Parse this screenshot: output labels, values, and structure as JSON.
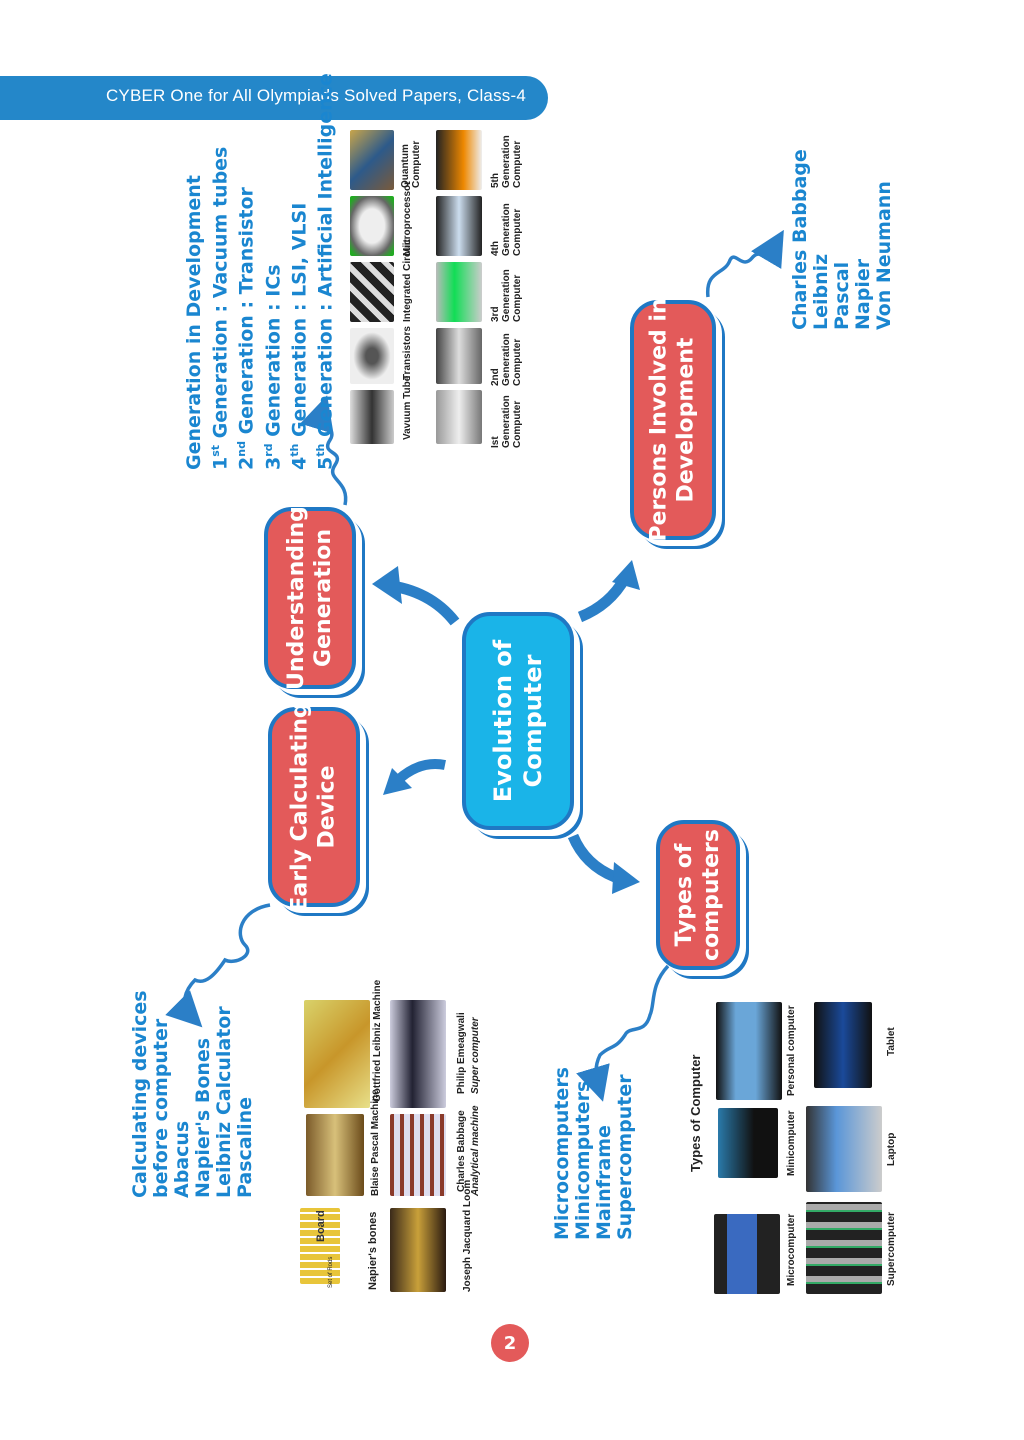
{
  "header": {
    "title": "CYBER One for All Olympiads Solved Papers, Class-4"
  },
  "central_node": {
    "label_line1": "Evolution of",
    "label_line2": "Computer"
  },
  "nodes": {
    "understanding_generation": {
      "line1": "Understanding",
      "line2": "Generation"
    },
    "early_calculating": {
      "line1": "Early Calculating",
      "line2": "Device"
    },
    "persons": {
      "line1": "Persons Involved in",
      "line2": "Development"
    },
    "types": {
      "line1": "Types of",
      "line2": "computers"
    }
  },
  "generation_list": {
    "title": "Generation in Development",
    "items": [
      {
        "ord": "1",
        "sup": "st",
        "text": " Generation : Vacuum tubes"
      },
      {
        "ord": "2",
        "sup": "nd",
        "text": " Generation : Transistor"
      },
      {
        "ord": "3",
        "sup": "rd",
        "text": " Generation : ICs"
      },
      {
        "ord": "4",
        "sup": "th",
        "text": " Generation : LSI, VLSI"
      },
      {
        "ord": "5",
        "sup": "th",
        "text": " Generation : Artificial Intelligence"
      }
    ]
  },
  "generation_images": {
    "top_row": [
      "Vavuum Tube",
      "Transistors",
      "Integrated Circuit",
      "Microprocessor",
      "Quantum Computer"
    ],
    "bottom_row": [
      "Ist Generation Computer",
      "2nd Generation Computer",
      "3rd Generation Computer",
      "4th Generation Computer",
      "5th Generation Computer"
    ]
  },
  "persons_list": [
    "Charles Babbage",
    "Leibniz",
    "Pascal",
    "Napier",
    "Von Neumann"
  ],
  "calculating_list": [
    "Calculating devices",
    "before computer",
    "Abacus",
    "Napier's Bones",
    "Leibniz Calculator",
    "Pascaline"
  ],
  "early_images": {
    "top_row": [
      "Napier's bones",
      "Blaise Pascal Machine",
      "Gottfried Leibniz Machine"
    ],
    "bottom_row": [
      "Joseph Jacquard Loom",
      "Charles Babbage",
      "Philip Emeagwali"
    ],
    "bottom_sub": [
      "",
      "Analytical machine",
      "Super computer"
    ],
    "napier_labels": {
      "board": "Board",
      "rods": "Set of Rods"
    }
  },
  "types_list": [
    "Microcomputers",
    "Minicomputers",
    "Mainframe",
    "Supercomputer"
  ],
  "types_images": {
    "title": "Types of Computer",
    "top_row": [
      "Microcomputer",
      "Minicomputer",
      "Personal computer"
    ],
    "bottom_row": [
      "Supercomputer",
      "Laptop",
      "Tablet"
    ]
  },
  "page_number": "2",
  "colors": {
    "header_blue": "#2487c9",
    "node_red": "#e35a5a",
    "node_blue": "#1ab4e8",
    "text_blue": "#1a86d0",
    "outline_blue": "#1f78c4"
  }
}
